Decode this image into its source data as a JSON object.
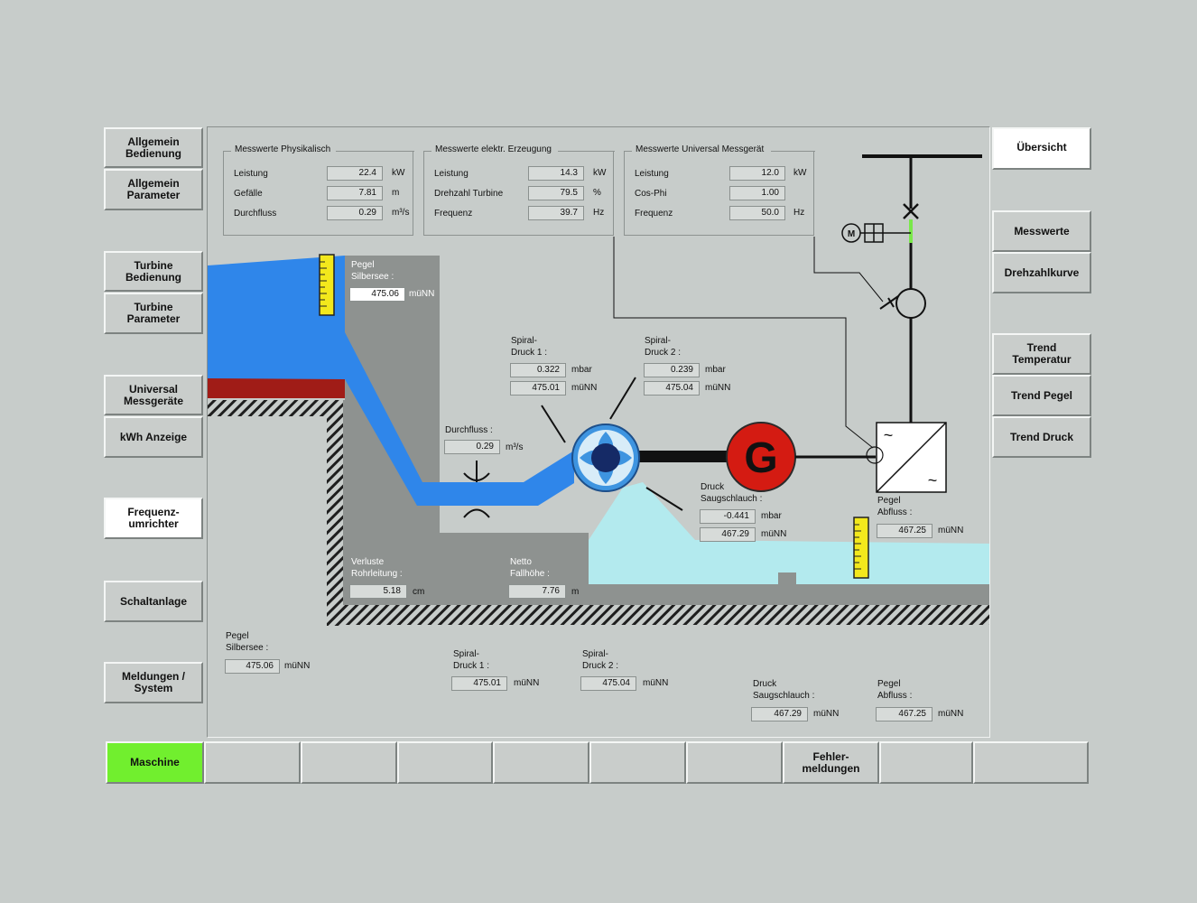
{
  "left_nav": [
    {
      "label": "Allgemein\nBedienung"
    },
    {
      "label": "Allgemein\nParameter"
    },
    {
      "label": "Turbine\nBedienung"
    },
    {
      "label": "Turbine\nParameter"
    },
    {
      "label": "Universal\nMessgeräte"
    },
    {
      "label": "kWh Anzeige"
    },
    {
      "label": "Frequenz-\numrichter"
    },
    {
      "label": "Schaltanlage"
    },
    {
      "label": "Meldungen /\nSystem"
    }
  ],
  "right_nav": [
    {
      "label": "Übersicht"
    },
    {
      "label": "Messwerte"
    },
    {
      "label": "Drehzahlkurve"
    },
    {
      "label": "Trend\nTemperatur"
    },
    {
      "label": "Trend Pegel"
    },
    {
      "label": "Trend Druck"
    }
  ],
  "bottom_nav": [
    {
      "label": "Maschine"
    },
    {
      "label": ""
    },
    {
      "label": ""
    },
    {
      "label": ""
    },
    {
      "label": ""
    },
    {
      "label": ""
    },
    {
      "label": ""
    },
    {
      "label": "Fehler-\nmeldungen"
    },
    {
      "label": ""
    },
    {
      "label": ""
    }
  ],
  "groups": {
    "phys": {
      "title": "Messwerte Physikalisch",
      "rows": [
        {
          "label": "Leistung",
          "value": "22.4",
          "unit": "kW"
        },
        {
          "label": "Gefälle",
          "value": "7.81",
          "unit": "m"
        },
        {
          "label": "Durchfluss",
          "value": "0.29",
          "unit": "m³/s"
        }
      ]
    },
    "elek": {
      "title": "Messwerte elektr. Erzeugung",
      "rows": [
        {
          "label": "Leistung",
          "value": "14.3",
          "unit": "kW"
        },
        {
          "label": "Drehzahl Turbine",
          "value": "79.5",
          "unit": "%"
        },
        {
          "label": "Frequenz",
          "value": "39.7",
          "unit": "Hz"
        }
      ]
    },
    "univ": {
      "title": "Messwerte Universal Messgerät",
      "rows": [
        {
          "label": "Leistung",
          "value": "12.0",
          "unit": "kW"
        },
        {
          "label": "Cos-Phi",
          "value": "1.00",
          "unit": ""
        },
        {
          "label": "Frequenz",
          "value": "50.0",
          "unit": "Hz"
        }
      ]
    }
  },
  "diagram": {
    "pegel_silbersee": {
      "label": "Pegel\nSilbersee :",
      "value": "475.06",
      "unit": "müNN"
    },
    "spiral1": {
      "label": "Spiral-\nDruck 1 :",
      "value1": "0.322",
      "unit1": "mbar",
      "value2": "475.01",
      "unit2": "müNN"
    },
    "spiral2": {
      "label": "Spiral-\nDruck 2 :",
      "value1": "0.239",
      "unit1": "mbar",
      "value2": "475.04",
      "unit2": "müNN"
    },
    "durchfluss": {
      "label": "Durchfluss :",
      "value": "0.29",
      "unit": "m³/s"
    },
    "druck_saug": {
      "label": "Druck\nSaugschlauch :",
      "value1": "-0.441",
      "unit1": "mbar",
      "value2": "467.29",
      "unit2": "müNN"
    },
    "pegel_abfluss": {
      "label": "Pegel\nAbfluss :",
      "value": "467.25",
      "unit": "müNN"
    },
    "verluste": {
      "label": "Verluste\nRohrleitung :",
      "value": "5.18",
      "unit": "cm"
    },
    "netto": {
      "label": "Netto\nFallhöhe :",
      "value": "7.76",
      "unit": "m"
    },
    "generator_letter": "G",
    "motor_letter": "M",
    "sine": "~"
  },
  "lower": {
    "pegel_silbersee": {
      "label": "Pegel\nSilbersee :",
      "value": "475.06",
      "unit": "müNN"
    },
    "spiral1": {
      "label": "Spiral-\nDruck 1 :",
      "value": "475.01",
      "unit": "müNN"
    },
    "spiral2": {
      "label": "Spiral-\nDruck 2 :",
      "value": "475.04",
      "unit": "müNN"
    },
    "druck_saug": {
      "label": "Druck\nSaugschlauch :",
      "value": "467.29",
      "unit": "müNN"
    },
    "pegel_abfluss": {
      "label": "Pegel\nAbfluss :",
      "value": "467.25",
      "unit": "müNN"
    }
  },
  "colors": {
    "upper_water": "#2f86ea",
    "lower_water": "#b3eaee",
    "dam": "#8e9290",
    "clay": "#a01c17",
    "generator": "#d41b12",
    "level_gauge": "#f3e81c",
    "active_nav": "#71ef2e",
    "switch_indicator": "#79e84a"
  }
}
